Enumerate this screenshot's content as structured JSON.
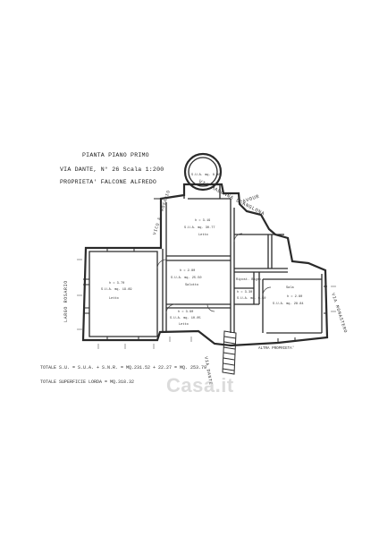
{
  "header": {
    "line1": "PIANTA PIANO PRIMO",
    "line2": "VIA DANTE, N° 26     Scala 1:200",
    "line3": "PROPRIETA' FALCONE ALFREDO"
  },
  "streets": {
    "madonna": "VIA MADONNA D'ANGLONA",
    "cavour": "CAVOUR",
    "rosario_vico": "VICO F. ROSARIO",
    "largo": "LARGO ROSARIO",
    "monastero": "VIA MONASTERO",
    "dante": "VIA DANTE",
    "altra": "ALTRA PROPRIETA'"
  },
  "rooms": {
    "round": {
      "h": "",
      "sua": "S.U.A. mq. 8.08"
    },
    "letto_top": {
      "h": "h = 3.19",
      "sua": "S.U.A. mq. 30.77",
      "name": "Letto"
    },
    "letto_left": {
      "h": "h = 3.70",
      "sua": "S.U.A. mq. 19.69",
      "name": "Letto"
    },
    "soggiorno": {
      "h": "h = 2.80",
      "sua": "S.U.A. mq. 25.50",
      "name": "Salotto"
    },
    "letto_small": {
      "h": "h = 3.90",
      "sua": "S.U.A. mq. 10.05",
      "name": "Letto"
    },
    "bagno": {
      "h": "",
      "sua": "",
      "name": "Ripost. Bagno"
    },
    "sala": {
      "h": "h = 2.80",
      "sua": "S.U.A. mq. 28.84",
      "name": "Sala"
    },
    "vano": {
      "h": "h = 3.30",
      "sua": "S.U.A. mq. 6.50"
    }
  },
  "footer": {
    "totale_su": "TOTALE S.U. = S.U.A. + S.N.R. = MQ.231.52 + 22.27 = MQ. 253.79",
    "totale_sl": "TOTALE SUPERFICIE LORDA = MQ.318.32"
  },
  "watermark": "Casa.it"
}
